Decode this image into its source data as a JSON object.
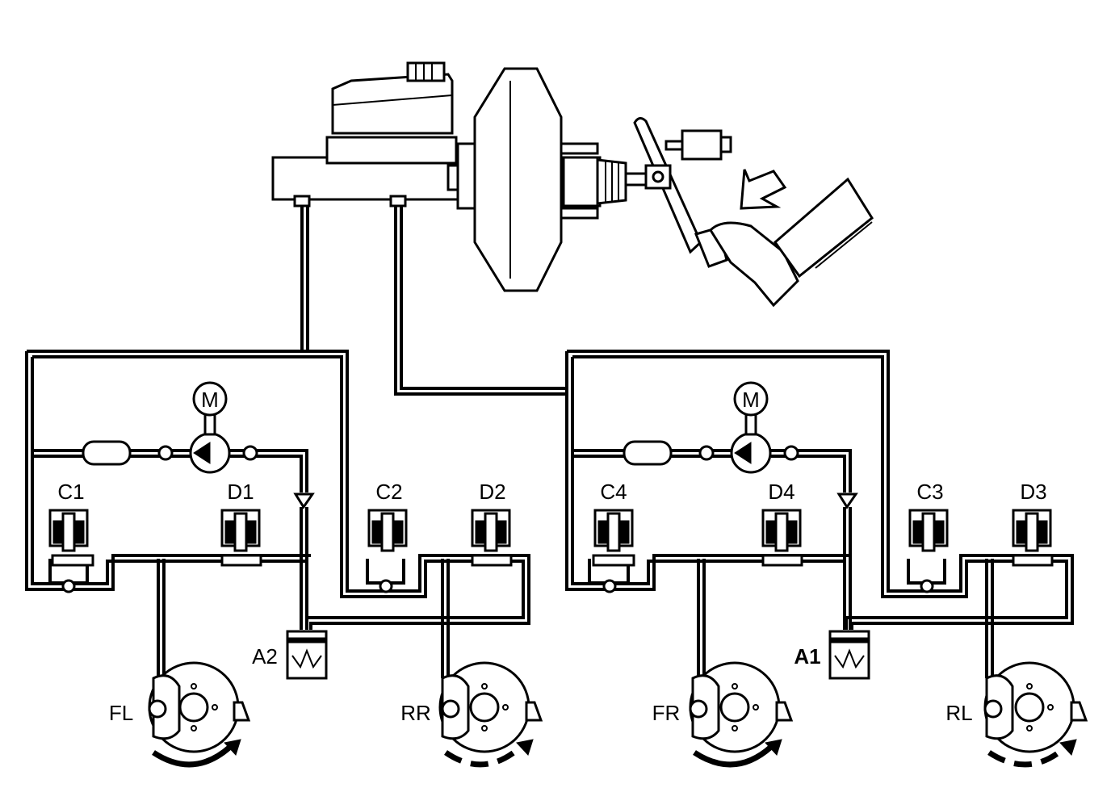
{
  "colors": {
    "line": "#000000",
    "background": "#ffffff"
  },
  "pump": {
    "motor_label": "M"
  },
  "valves": {
    "c1": "C1",
    "d1": "D1",
    "c2": "C2",
    "d2": "D2",
    "c4": "C4",
    "d4": "D4",
    "c3": "C3",
    "d3": "D3"
  },
  "accumulators": {
    "a2": "A2",
    "a1": "A1"
  },
  "wheels": {
    "fl": "FL",
    "rr": "RR",
    "fr": "FR",
    "rl": "RL"
  }
}
